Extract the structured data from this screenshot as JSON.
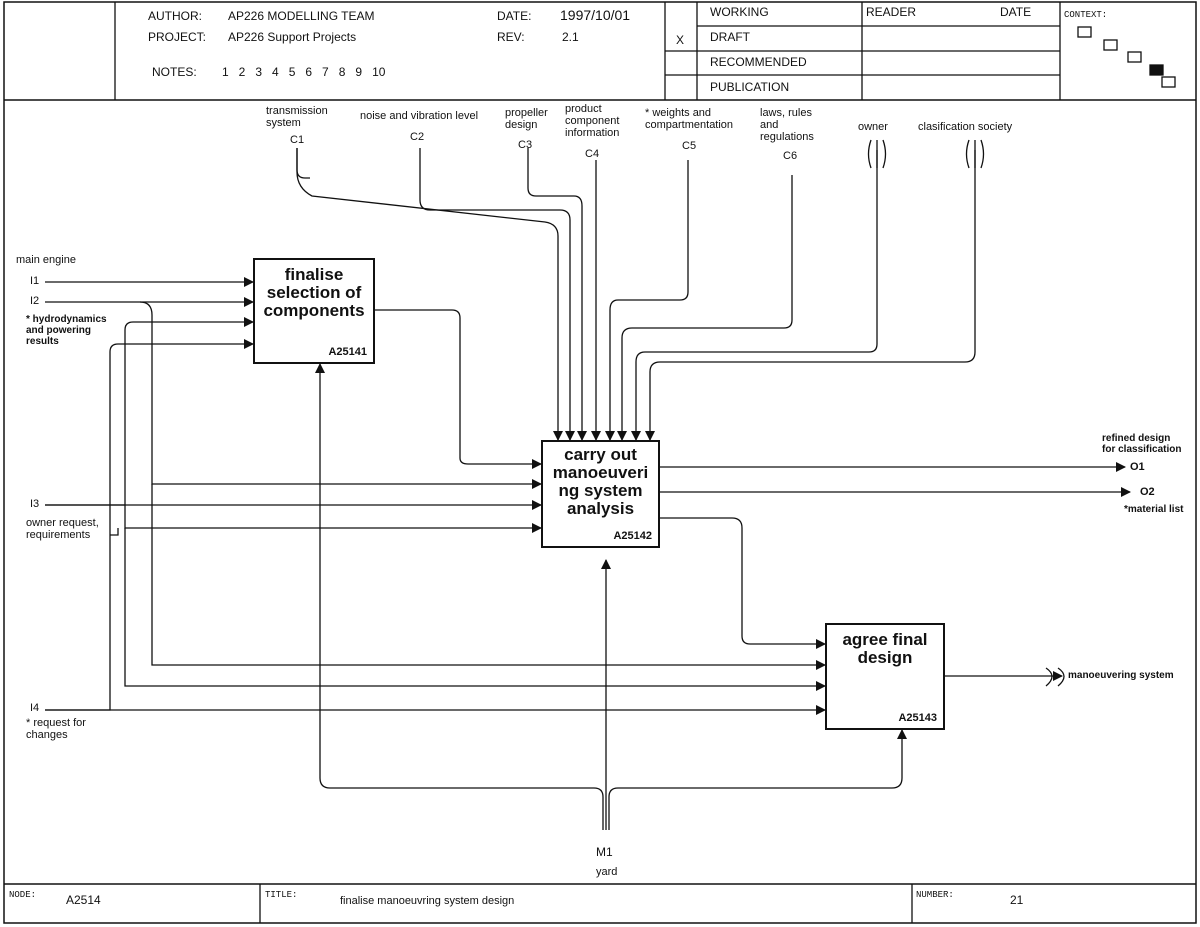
{
  "header": {
    "author_label": "AUTHOR:",
    "author": "AP226 MODELLING TEAM",
    "project_label": "PROJECT:",
    "project": "AP226 Support Projects",
    "notes_label": "NOTES:",
    "notes": "1   2   3   4   5   6   7   8   9   10",
    "date_label": "DATE:",
    "date": "1997/10/01",
    "rev_label": "REV:",
    "rev": "2.1",
    "status_mark": "X",
    "status": [
      "WORKING",
      "DRAFT",
      "RECOMMENDED",
      "PUBLICATION"
    ],
    "reader_label": "READER",
    "reader_date_label": "DATE",
    "context_label": "CONTEXT:"
  },
  "footer": {
    "node_label": "NODE:",
    "node": "A2514",
    "title_label": "TITLE:",
    "title": "finalise manoeuvring system design",
    "number_label": "NUMBER:",
    "number": "21"
  },
  "controls": {
    "c1_label": "transmission\nsystem",
    "c1": "C1",
    "c2_label": "noise and vibration level",
    "c2": "C2",
    "c3_label": "propeller\ndesign",
    "c3": "C3",
    "c4_label": "product\ncomponent\ninformation",
    "c4": "C4",
    "c5_label": "* weights and\ncompartmentation",
    "c5": "C5",
    "c6_label": "laws, rules\nand\nregulations",
    "c6": "C6",
    "owner": "owner",
    "society": "clasification society"
  },
  "inputs": {
    "main_engine": "main engine",
    "i1": "I1",
    "i2": "I2",
    "i2_label": "* hydrodynamics\nand powering\nresults",
    "i3": "I3",
    "i3_label": "owner request,\nrequirements",
    "i4": "I4",
    "i4_label": "* request for\nchanges"
  },
  "outputs": {
    "o1_label": "refined design\nfor classification",
    "o1": "O1",
    "o2": "O2",
    "o2_label": "*material list",
    "manoeuvering": "manoeuvering system"
  },
  "mechanism": {
    "m1": "M1",
    "m1_label": "yard"
  },
  "boxes": {
    "a1_name": "finalise\nselection of\ncomponents",
    "a1_num": "A25141",
    "a2_name": "carry out\nmanoeuveri\nng system\nanalysis",
    "a2_num": "A25142",
    "a3_name": "agree final\ndesign",
    "a3_num": "A25143"
  }
}
